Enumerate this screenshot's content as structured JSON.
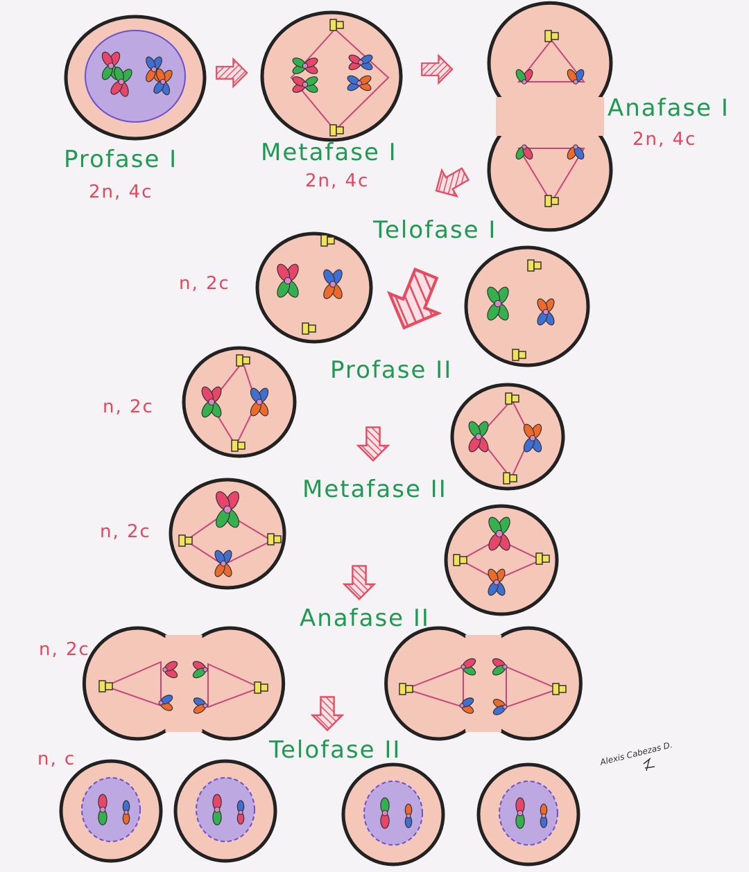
{
  "phases": {
    "profase1": "Profase I",
    "metafase1": "Metafase I",
    "anafase1": "Anafase I",
    "telofase1": "Telofase I",
    "profase2": "Profase II",
    "metafase2": "Metafase II",
    "anafase2": "Anafase II",
    "telofase2": "Telofase II"
  },
  "ploidy": {
    "profase1": "2n, 4c",
    "metafase1": "2n, 4c",
    "anafase1": "2n, 4c",
    "telofase1": "n, 2c",
    "profase2": "n, 2c",
    "metafase2": "n, 2c",
    "anafase2": "n, 2c",
    "telofase2": "n, c"
  },
  "signature": "Alexis Cabezas D.",
  "colors": {
    "cell_fill": "#f4c7b8",
    "cell_outline": "#222222",
    "nucleus": "#b4a2e8",
    "spindle": "#c8457a",
    "centrosome": "#f2e25a",
    "arrow": "#e64b5f",
    "chrom_pink": "#e8456b",
    "chrom_green": "#35b04f",
    "chrom_blue": "#3f6fd1",
    "chrom_orange": "#ee6a2a",
    "label_green": "#1f9a52",
    "label_red": "#e2475c"
  }
}
